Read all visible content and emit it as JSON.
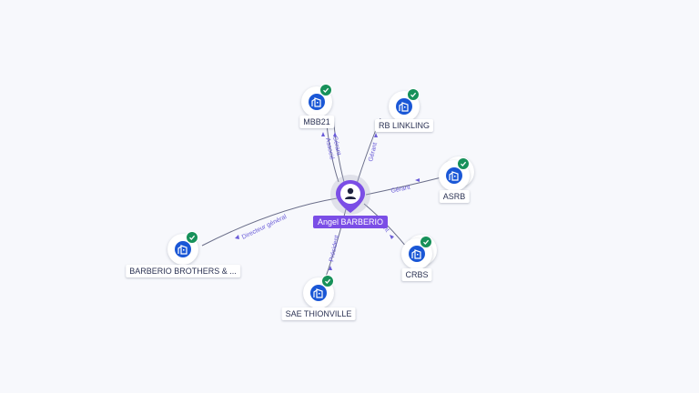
{
  "center": {
    "name": "Angel BARBERIO",
    "icon": "person-icon",
    "color": "#7b4ee6"
  },
  "nodes": [
    {
      "key": "mbb21",
      "label": "MBB21",
      "icon": "building-icon",
      "badge": "check-badge-icon",
      "stacked": false
    },
    {
      "key": "rb-linkling",
      "label": "RB LINKLING",
      "icon": "building-icon",
      "badge": "check-badge-icon",
      "stacked": false
    },
    {
      "key": "asrb",
      "label": "ASRB",
      "icon": "building-icon",
      "badge": "check-badge-icon",
      "stacked": true
    },
    {
      "key": "crbs",
      "label": "CRBS",
      "icon": "building-icon",
      "badge": "check-badge-icon",
      "stacked": true
    },
    {
      "key": "sae-thionville",
      "label": "SAE THIONVILLE",
      "icon": "building-icon",
      "badge": "check-badge-icon",
      "stacked": false
    },
    {
      "key": "barberio-brothers",
      "label": "BARBERIO BROTHERS & ...",
      "icon": "building-icon",
      "badge": "check-badge-icon",
      "stacked": false
    }
  ],
  "edges": [
    {
      "target": "mbb21",
      "labels": [
        "Gérant",
        "Associé"
      ]
    },
    {
      "target": "rb-linkling",
      "labels": [
        "Gérant"
      ]
    },
    {
      "target": "asrb",
      "labels": [
        "Gérant"
      ]
    },
    {
      "target": "crbs",
      "labels": [
        "nt"
      ]
    },
    {
      "target": "sae-thionville",
      "labels": [
        "Président"
      ]
    },
    {
      "target": "barberio-brothers",
      "labels": [
        "Directeur général"
      ]
    }
  ],
  "colors": {
    "brand_blue": "#1a57d6",
    "verified_green": "#17915a",
    "edge_label": "#6a5cd8"
  }
}
